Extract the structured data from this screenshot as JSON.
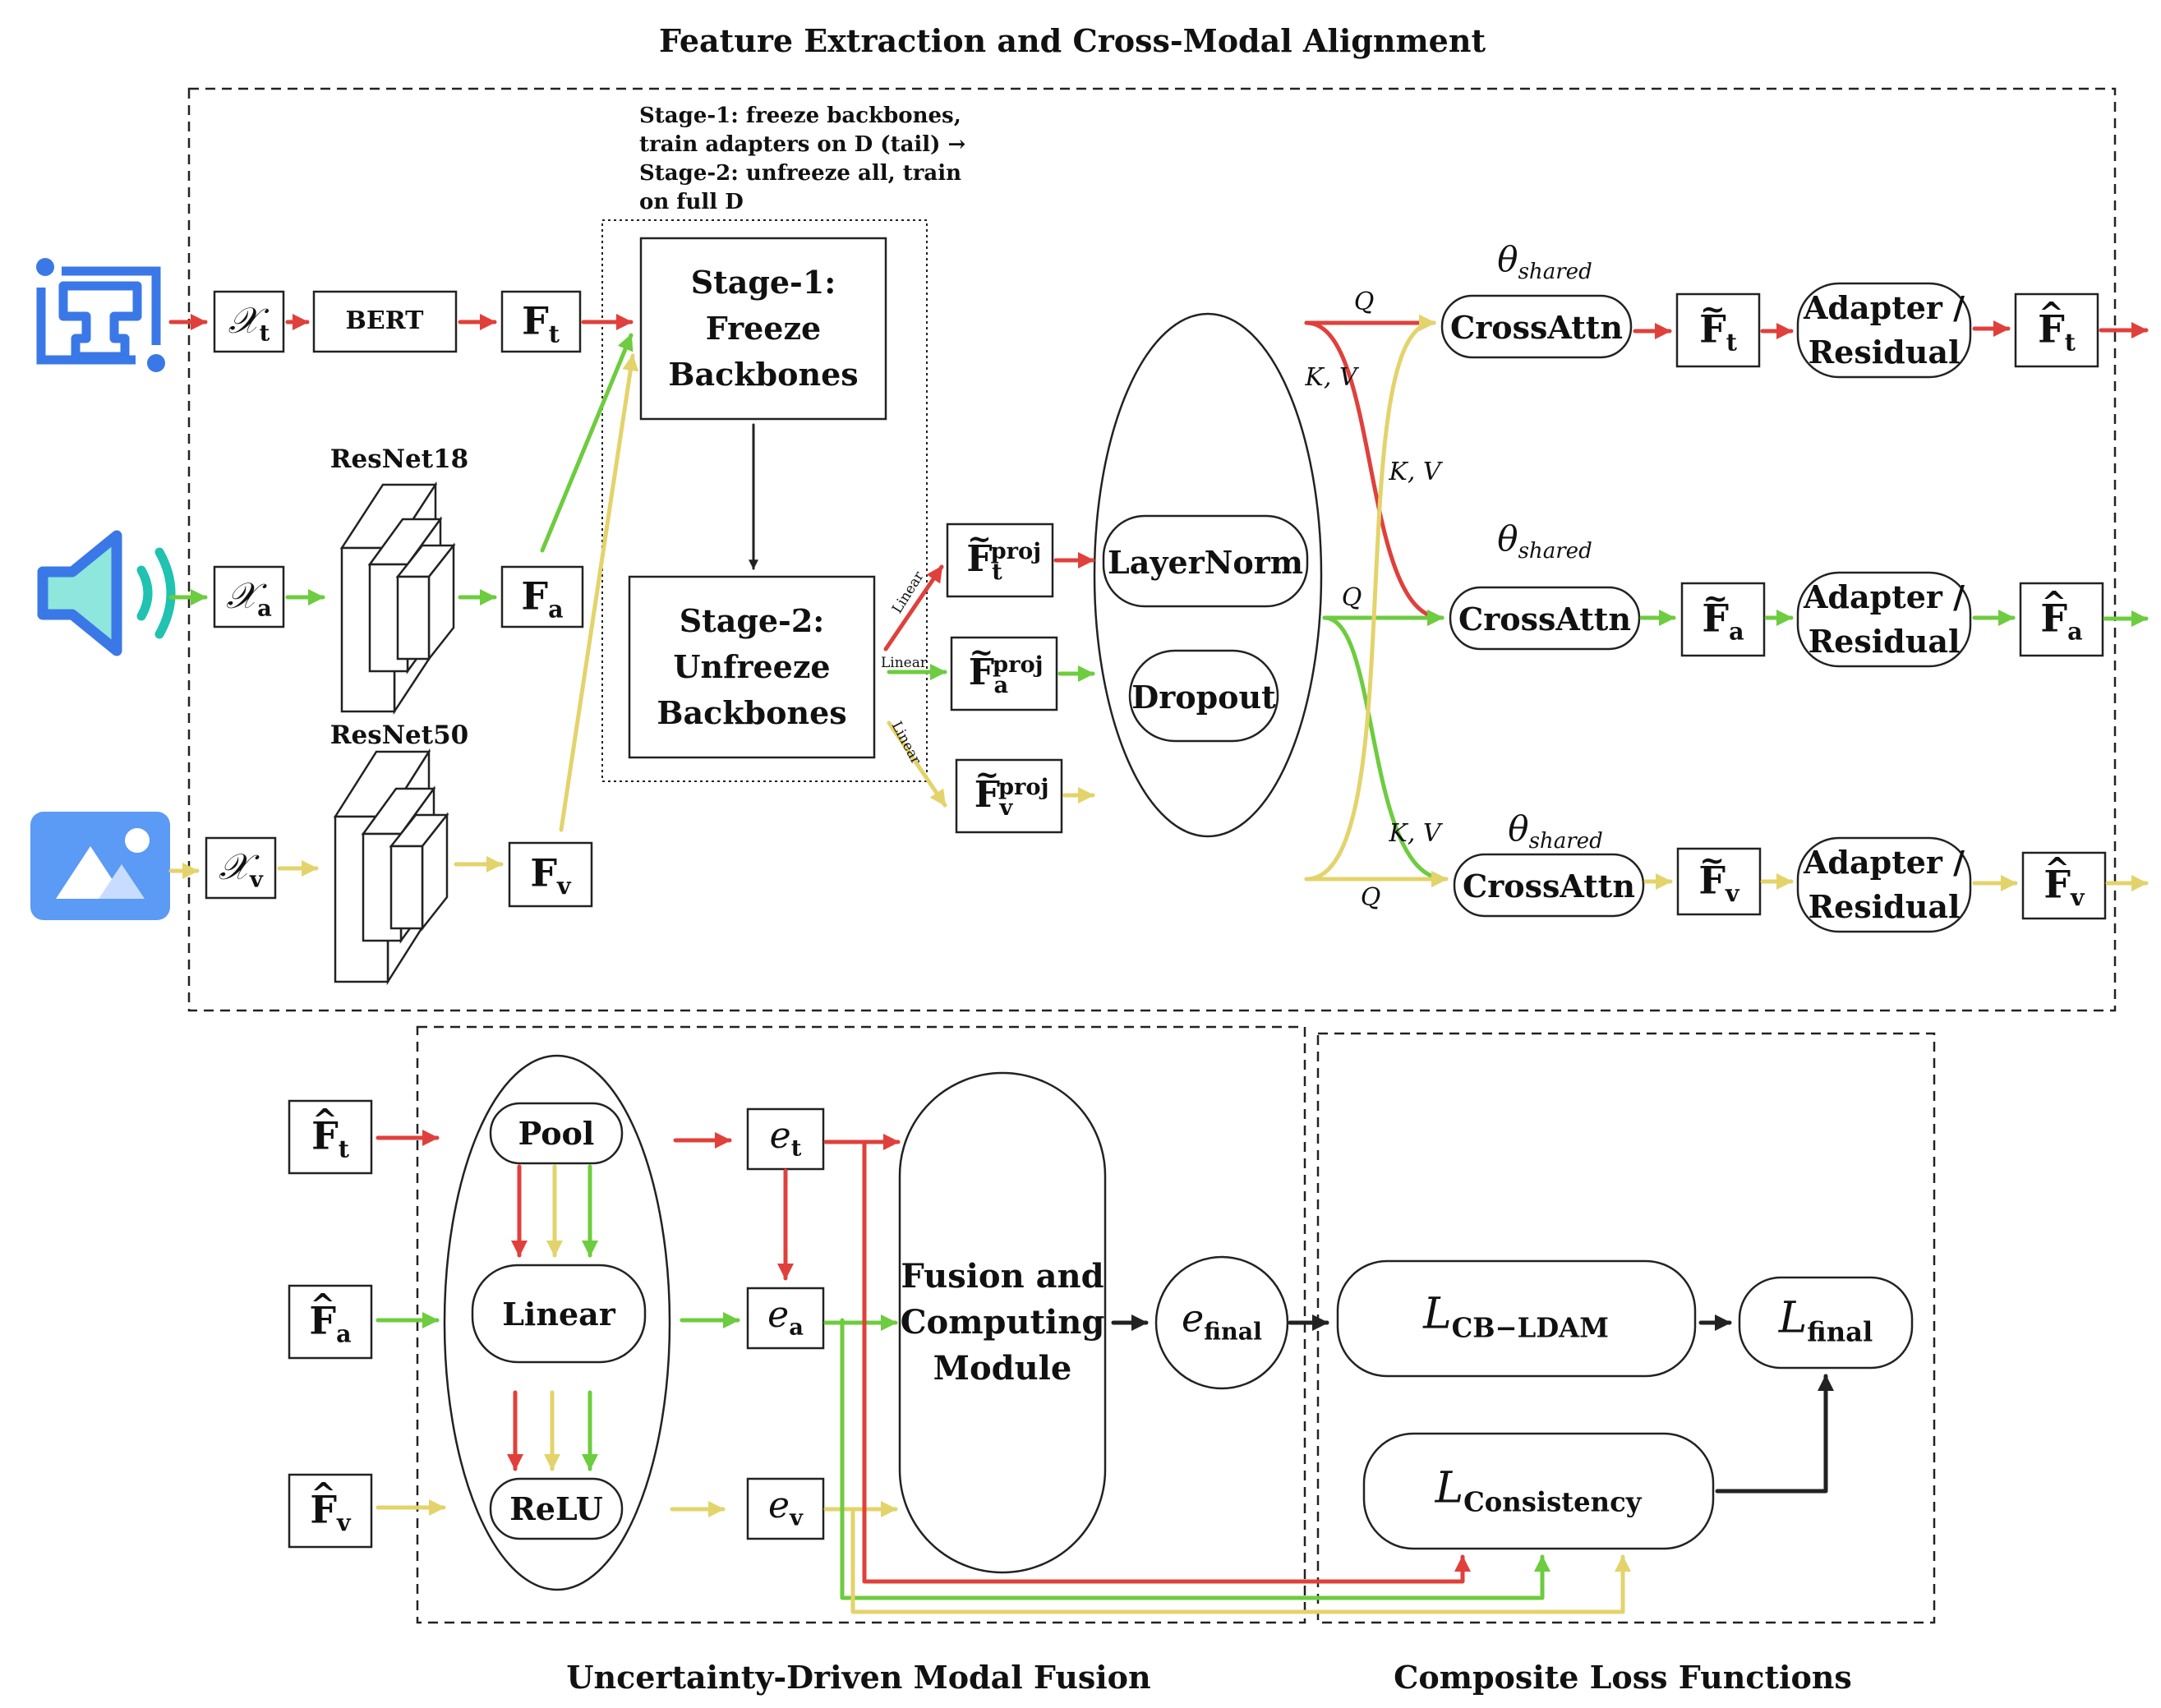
{
  "titles": {
    "top": "Feature Extraction and Cross-Modal Alignment",
    "fusion": "Uncertainty-Driven Modal Fusion",
    "loss": "Composite Loss Functions"
  },
  "stage_note": [
    "Stage-1: freeze backbones,",
    "train adapters on D (tail) →",
    "Stage-2: unfreeze all, train",
    "on full D"
  ],
  "stage1": [
    "Stage-1:",
    "Freeze",
    "Backbones"
  ],
  "stage2": [
    "Stage-2:",
    "Unfreeze",
    "Backbones"
  ],
  "backbones": {
    "text": "BERT",
    "audio": "ResNet18",
    "vision": "ResNet50"
  },
  "inputs": {
    "base": "𝒳",
    "text_sub": "t",
    "audio_sub": "a",
    "vision_sub": "v"
  },
  "features": {
    "base": "F",
    "text_sub": "t",
    "audio_sub": "a",
    "vision_sub": "v",
    "proj_sup": "proj"
  },
  "linear_label": "Linear",
  "norm": {
    "layernorm": "LayerNorm",
    "dropout": "Dropout"
  },
  "attention": {
    "theta": "θ",
    "theta_sub": "shared",
    "block": "CrossAttn",
    "q": "Q",
    "kv": "K, V",
    "adapter": [
      "Adapter /",
      "Residual"
    ]
  },
  "fusion": {
    "pool": "Pool",
    "linear": "Linear",
    "relu": "ReLU",
    "e_base": "e",
    "e_final_sub": "final",
    "module": [
      "Fusion and",
      "Computing",
      "Module"
    ]
  },
  "loss": {
    "l_base": "L",
    "cb_sub": "CB−LDAM",
    "final_sub": "final",
    "consistency_sub": "Consistency"
  },
  "colors": {
    "text": "#e0403b",
    "audio": "#6dcc3f",
    "vision": "#e3d36b",
    "dark": "#222222",
    "icon_blue": "#3b78e7",
    "icon_teal": "#20c2b0",
    "icon_light": "#5b9af5"
  },
  "icons": {
    "text": "text-t-icon",
    "audio": "speaker-icon",
    "vision": "image-icon"
  }
}
